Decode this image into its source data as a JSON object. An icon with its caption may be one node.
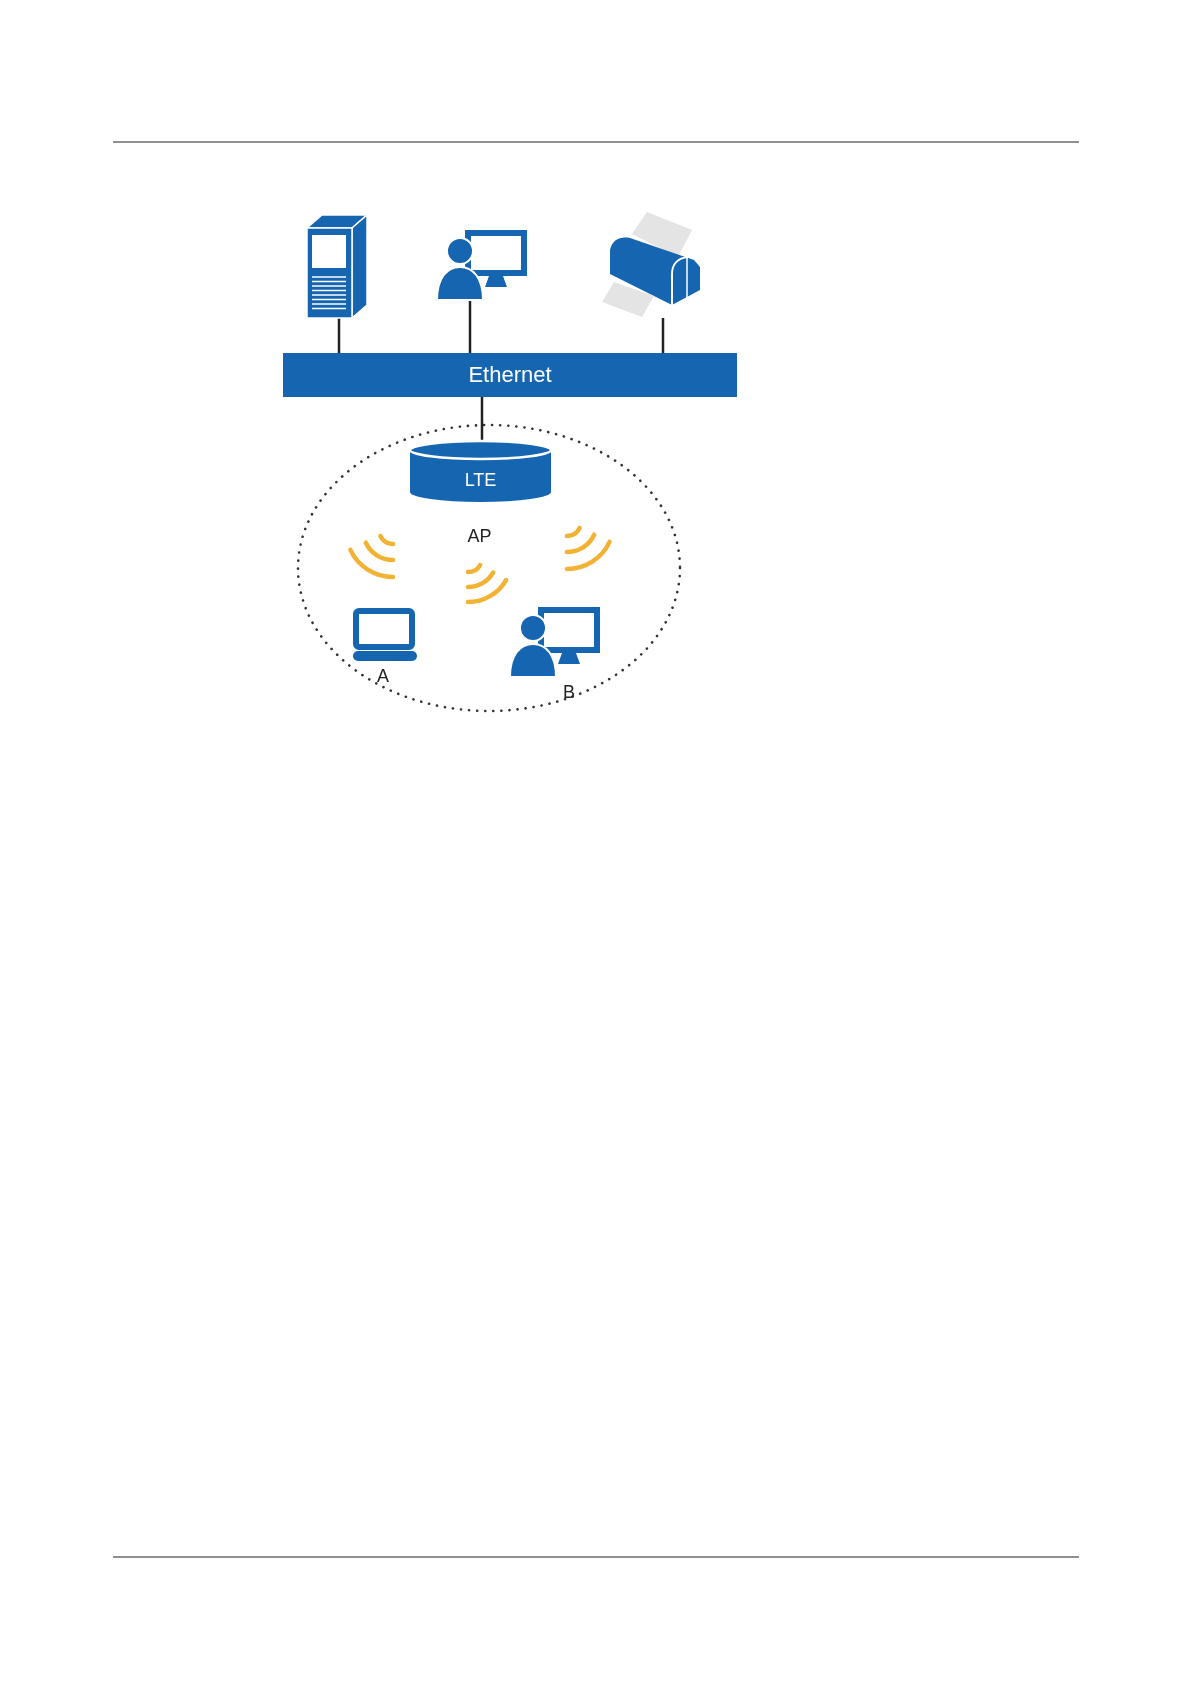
{
  "diagram": {
    "nodes": [
      {
        "text": [],
        "shape": "picture"
      },
      {
        "text": [],
        "shape": "picture"
      },
      {
        "text": [],
        "shape": "picture"
      },
      {
        "text": [
          "Ethernet"
        ]
      },
      {
        "text": [
          "LTE"
        ],
        "beside": [
          "AP"
        ]
      }
    ],
    "edges": [
      {
        "from": 0,
        "to": 3,
        "arrow": "none"
      },
      {
        "from": 1,
        "to": 3,
        "arrow": "none"
      },
      {
        "from": 2,
        "to": 3,
        "arrow": "none"
      },
      {
        "from": 3,
        "to": 4,
        "arrow": "none"
      }
    ],
    "labels": [
      "A",
      "B"
    ]
  }
}
